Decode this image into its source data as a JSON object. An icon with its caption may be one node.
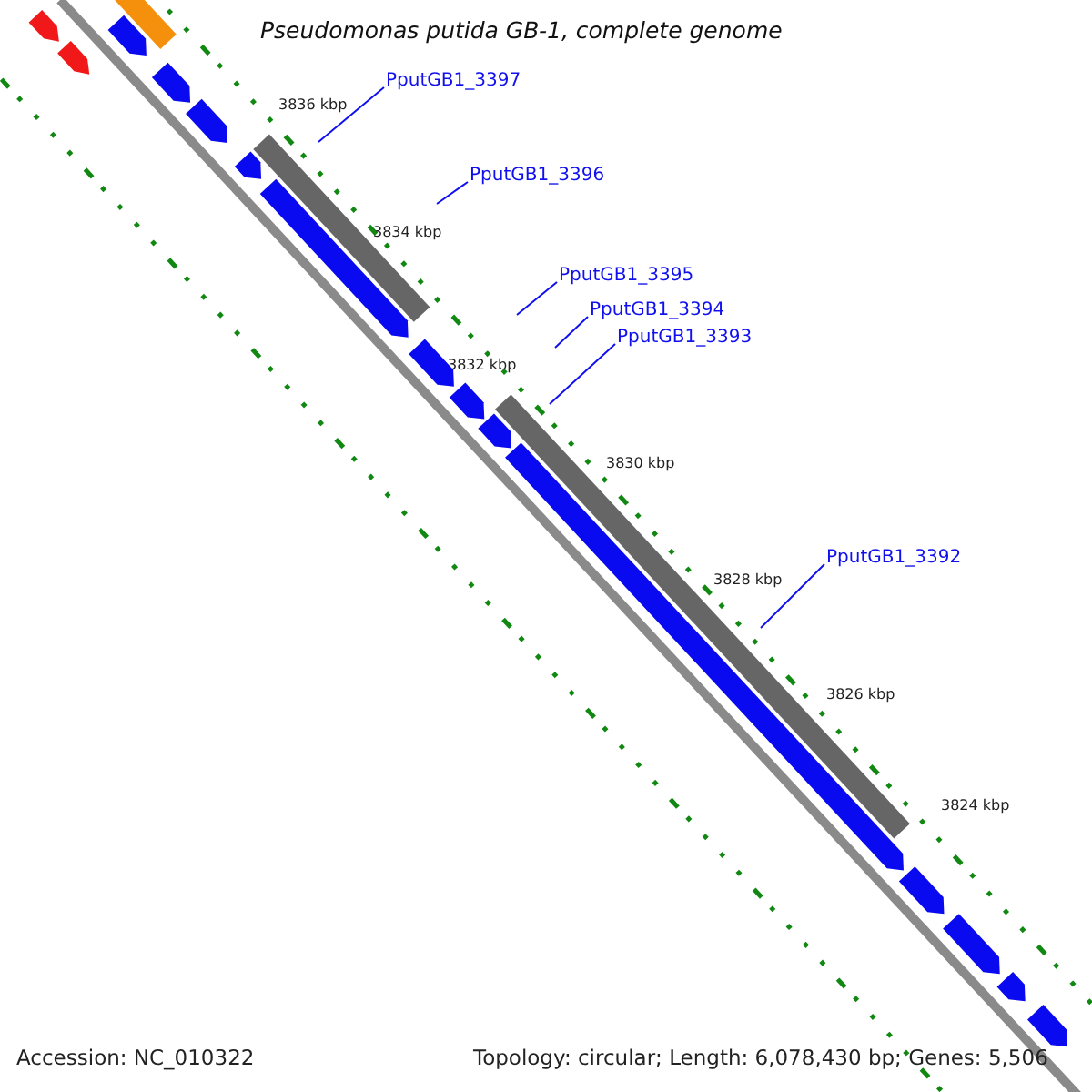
{
  "diagram": {
    "title": "Pseudomonas putida GB-1, complete genome",
    "nodes": [
      {
        "text": [
          "PputGB1_3397"
        ]
      },
      {
        "text": [
          "PputGB1_3396"
        ]
      },
      {
        "text": [
          "PputGB1_3395"
        ]
      },
      {
        "text": [
          "PputGB1_3394"
        ]
      },
      {
        "text": [
          "PputGB1_3393"
        ]
      },
      {
        "text": [
          "PputGB1_3392"
        ]
      }
    ],
    "edges": [
      {
        "from": 0,
        "to": null,
        "arrow": "none"
      },
      {
        "from": 1,
        "to": null,
        "arrow": "none"
      },
      {
        "from": 2,
        "to": null,
        "arrow": "none"
      },
      {
        "from": 3,
        "to": null,
        "arrow": "none"
      },
      {
        "from": 4,
        "to": null,
        "arrow": "none"
      },
      {
        "from": 5,
        "to": null,
        "arrow": "none"
      }
    ],
    "labels": [
      "3836 kbp",
      "3834 kbp",
      "3832 kbp",
      "3830 kbp",
      "3828 kbp",
      "3826 kbp",
      "3824 kbp",
      "Accession: NC_010322",
      "Topology: circular; Length: 6,078,430 bp; Genes: 5,506"
    ]
  }
}
